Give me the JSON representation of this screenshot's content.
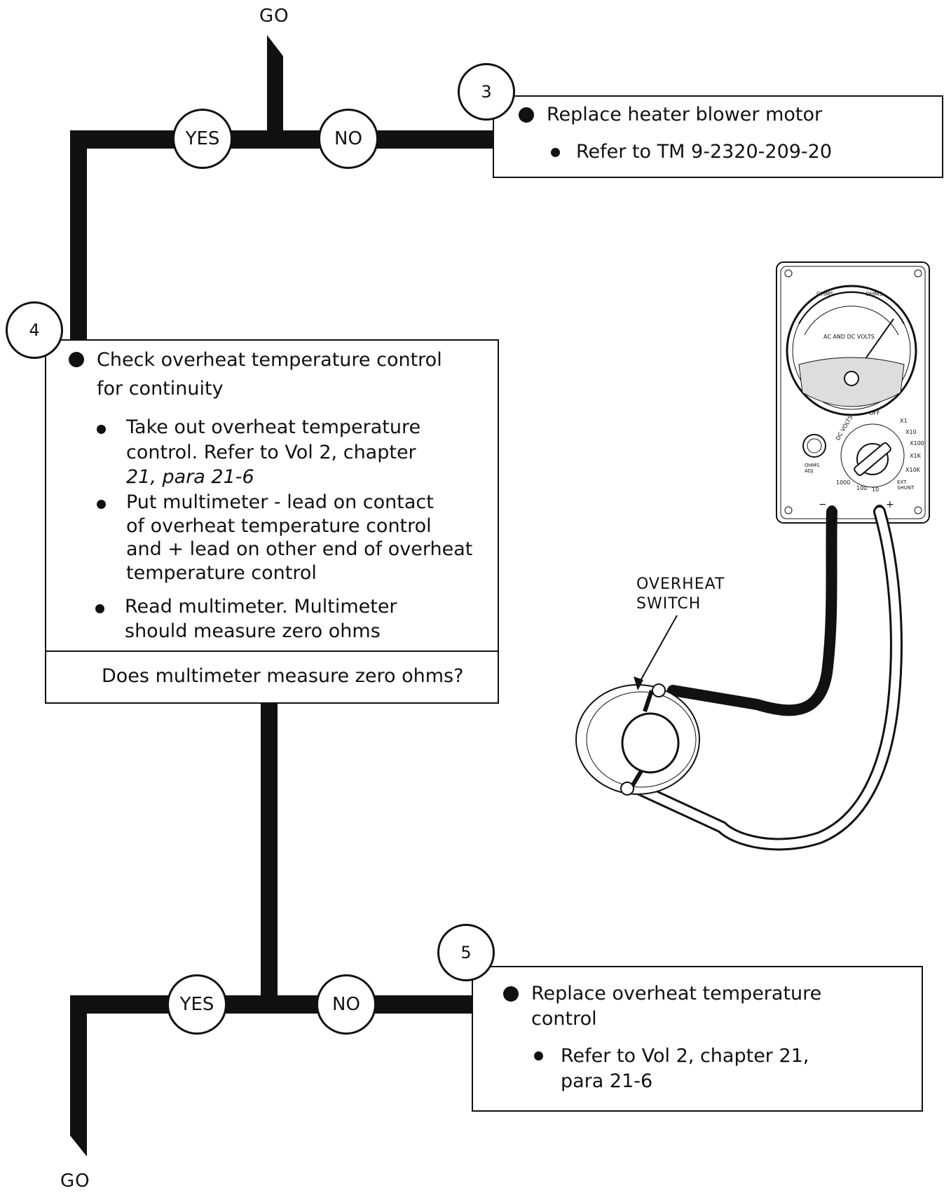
{
  "top_go": "GO",
  "bottom_go": "GO",
  "decision_top": {
    "yes": "YES",
    "no": "NO"
  },
  "decision_bottom": {
    "yes": "YES",
    "no": "NO"
  },
  "step3": {
    "number": "3",
    "main": "Replace heater blower motor",
    "sub": "Refer to TM 9-2320-209-20"
  },
  "step4": {
    "number": "4",
    "main_line1": "Check overheat temperature control",
    "main_line2": "for continuity",
    "sub1_lines": [
      "Take out overheat temperature",
      "control.  Refer to Vol 2, chapter",
      "21, para 21-6"
    ],
    "sub2_lines": [
      "Put multimeter - lead on contact",
      "of overheat temperature control",
      "and + lead on other end of overheat",
      "temperature control"
    ],
    "sub3_lines": [
      "Read multimeter.  Multimeter",
      "should measure zero ohms"
    ],
    "question": "Does multimeter measure zero ohms?"
  },
  "step5": {
    "number": "5",
    "main_line1": "Replace overheat temperature",
    "main_line2": "control",
    "sub_line1": "Refer to Vol 2, chapter 21,",
    "sub_line2": "para 21-6"
  },
  "illustration": {
    "callout_line1": "OVERHEAT",
    "callout_line2": "SWITCH",
    "meter_top_label": "OHMS",
    "meter_top_label2": "OHMS",
    "meter_scale_label": "AC AND DC VOLTS",
    "knob_labels": [
      "OFF",
      "X1",
      "X10",
      "X100",
      "X1K",
      "X10K",
      "EXT SHUNT",
      "1000",
      "100",
      "10"
    ],
    "left_labels": [
      "DC VOLTS",
      "OHMS ADJ"
    ],
    "terminal_minus": "−",
    "terminal_plus": "+"
  }
}
